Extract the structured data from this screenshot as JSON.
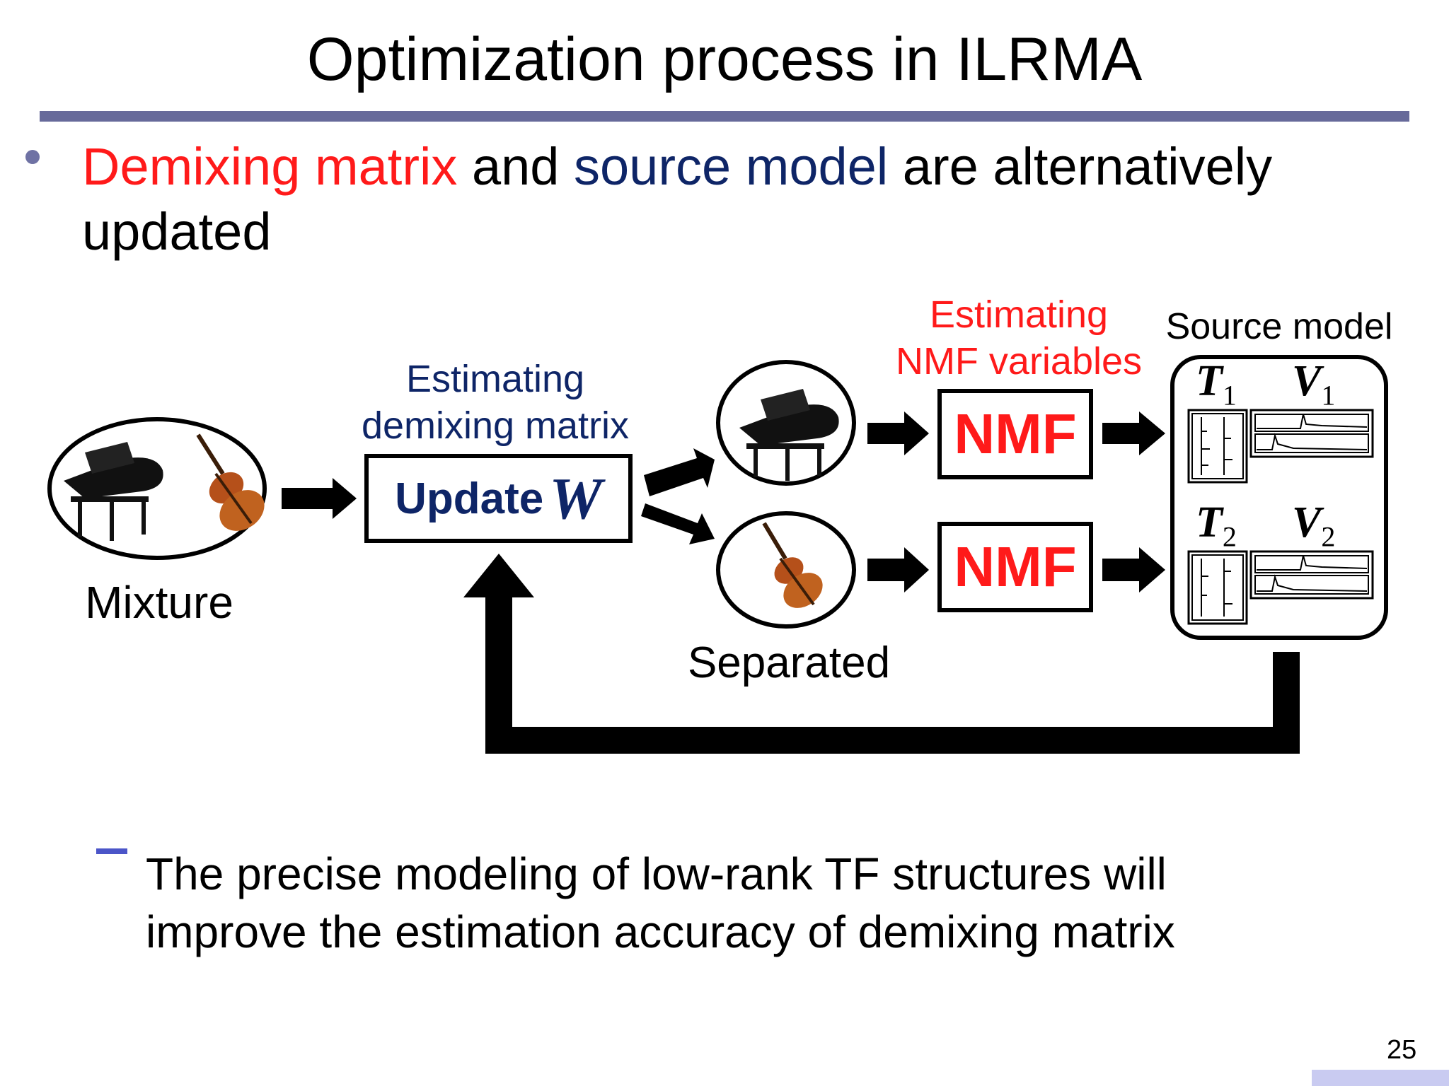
{
  "slide": {
    "title": "Optimization process in ILRMA",
    "bullet": {
      "part1": "Demixing matrix",
      "part2": " and ",
      "part3": "source model",
      "part4": " are alternatively updated"
    },
    "subbullet": "The precise modeling of low-rank TF structures will improve the estimation accuracy of demixing matrix",
    "page_number": "25"
  },
  "diagram": {
    "mixture_label": "Mixture",
    "estimating_demixing_line1": "Estimating",
    "estimating_demixing_line2": "demixing matrix",
    "update_label": "Update",
    "update_symbol": "W",
    "separated_label": "Separated",
    "estimating_nmf_line1": "Estimating",
    "estimating_nmf_line2": "NMF variables",
    "nmf_label": "NMF",
    "source_model_label": "Source model",
    "t_symbol": "T",
    "v_symbol": "V",
    "index_1": "1",
    "index_2": "2"
  },
  "colors": {
    "emphasis_red": "#ff1a1a",
    "emphasis_navy": "#0e2567",
    "title_rule": "#676a9a"
  }
}
